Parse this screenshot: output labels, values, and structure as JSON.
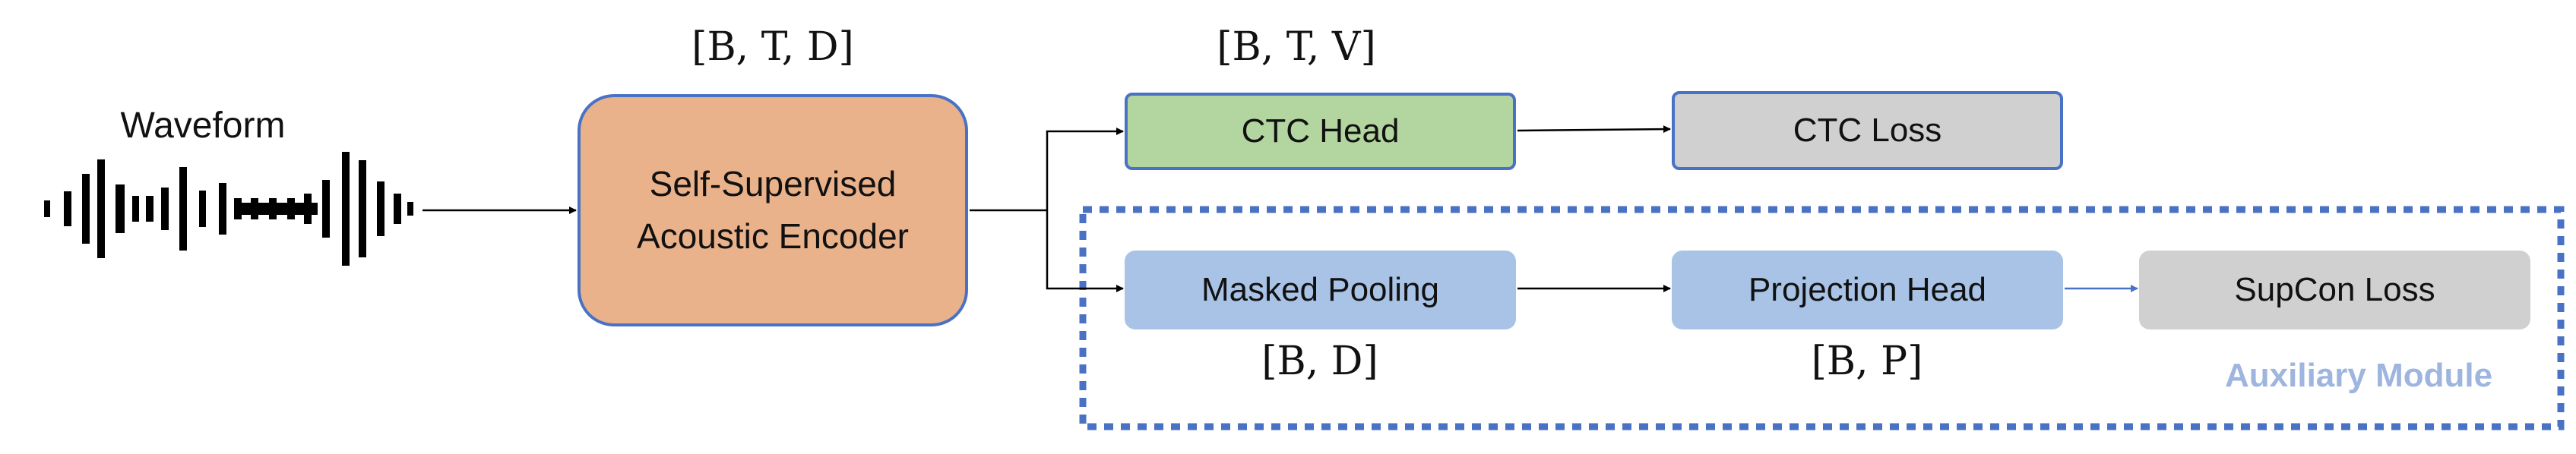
{
  "waveform": {
    "label": "Waveform"
  },
  "encoder": {
    "line1": "Self-Supervised",
    "line2": "Acoustic Encoder",
    "shape": "[B, T, D]"
  },
  "ctc_head": {
    "label": "CTC Head",
    "shape": "[B, T, V]"
  },
  "ctc_loss": {
    "label": "CTC Loss"
  },
  "masked_pooling": {
    "label": "Masked Pooling",
    "shape": "[B, D]"
  },
  "projection_head": {
    "label": "Projection Head",
    "shape": "[B, P]"
  },
  "supcon_loss": {
    "label": "SupCon Loss"
  },
  "auxiliary_module": {
    "label": "Auxiliary Module"
  },
  "colors": {
    "encoder_fill": "#E9B28B",
    "ctc_head_fill": "#B3D59F",
    "loss_fill": "#D0D0D0",
    "aux_fill": "#A9C3E6",
    "border_blue": "#4A72C4",
    "aux_label": "#9DB5DF"
  }
}
